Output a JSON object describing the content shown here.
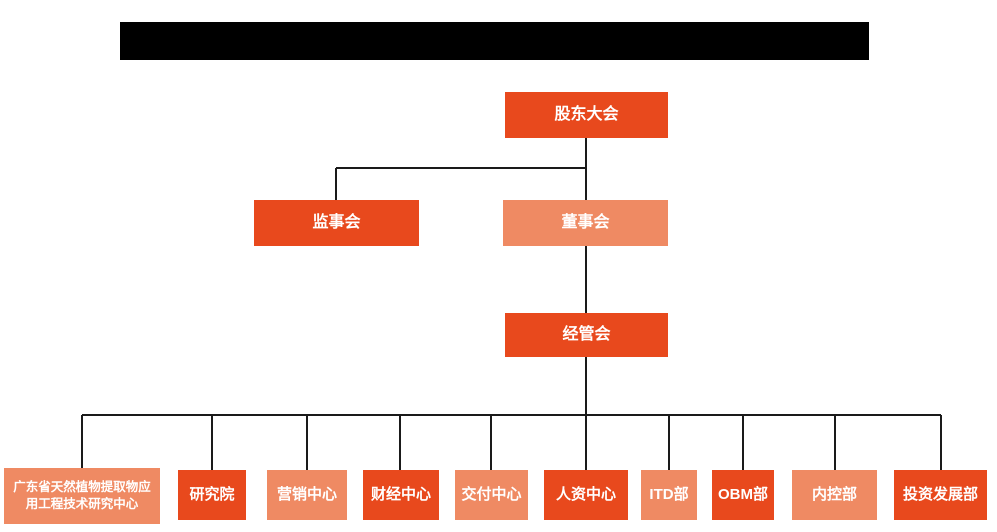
{
  "chart": {
    "colors": {
      "primary": "#E8491D",
      "secondary": "#EF8A63",
      "connector": "#1A1A1A",
      "redacted_bar": "#000000",
      "background": "#FFFFFF",
      "node_text": "#FFFFFF"
    },
    "nodes": {
      "level1": {
        "label": "股东大会",
        "variant": "primary"
      },
      "level2": [
        {
          "label": "监事会",
          "variant": "primary"
        },
        {
          "label": "董事会",
          "variant": "secondary"
        }
      ],
      "level3": {
        "label": "经管会",
        "variant": "primary"
      },
      "departments": [
        {
          "label": "广东省天然植物提取物应用工程技术研究中心",
          "variant": "secondary"
        },
        {
          "label": "研究院",
          "variant": "primary"
        },
        {
          "label": "营销中心",
          "variant": "secondary"
        },
        {
          "label": "财经中心",
          "variant": "primary"
        },
        {
          "label": "交付中心",
          "variant": "secondary"
        },
        {
          "label": "人资中心",
          "variant": "primary"
        },
        {
          "label": "ITD部",
          "variant": "secondary"
        },
        {
          "label": "OBM部",
          "variant": "primary"
        },
        {
          "label": "内控部",
          "variant": "secondary"
        },
        {
          "label": "投资发展部",
          "variant": "primary"
        }
      ]
    },
    "hierarchy": [
      {
        "parent": "股东大会",
        "children": [
          "监事会",
          "董事会"
        ]
      },
      {
        "parent": "董事会",
        "children": [
          "经管会"
        ]
      },
      {
        "parent": "经管会",
        "children": [
          "广东省天然植物提取物应用工程技术研究中心",
          "研究院",
          "营销中心",
          "财经中心",
          "交付中心",
          "人资中心",
          "ITD部",
          "OBM部",
          "内控部",
          "投资发展部"
        ]
      }
    ]
  }
}
